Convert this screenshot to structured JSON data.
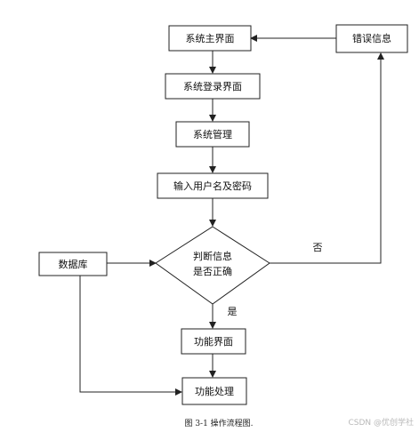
{
  "diagram": {
    "nodes": {
      "main_ui": "系统主界面",
      "login_ui": "系统登录界面",
      "system_mgmt": "系统管理",
      "input_credentials": "输入用户名及密码",
      "decision_line1": "判断信息",
      "decision_line2": "是否正确",
      "database": "数据库",
      "error_info": "错误信息",
      "function_ui": "功能界面",
      "function_process": "功能处理"
    },
    "edge_labels": {
      "no": "否",
      "yes": "是"
    },
    "colors": {
      "stroke": "#222222",
      "fill": "#ffffff",
      "text": "#111111"
    }
  },
  "caption": "图 3-1  操作流程图.",
  "watermark": "CSDN @优创学社"
}
